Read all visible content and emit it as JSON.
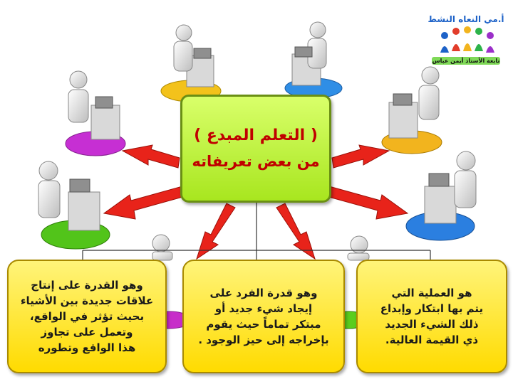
{
  "center": {
    "title": "( التعلم المبدع )",
    "subtitle": "من بعض تعريفاته"
  },
  "definitions": [
    {
      "lines": [
        "وهو القدرة على إنتاج",
        "علاقات جديدة بين الأشياء",
        "بحيث تؤثر في الواقع،",
        "وتعمل على تجاوز",
        "هذا الواقع وتطوره"
      ]
    },
    {
      "lines": [
        "وهو قدرة الفرد على",
        "إيجاد شيء جديد أو",
        "مبتكر تماماً حيث يقوم",
        "بإخراجه إلى حيز الوجود ."
      ]
    },
    {
      "lines": [
        "هو العملية التي",
        "يتم بها ابتكار وإبداع",
        "ذلك الشيء الجديد",
        "ذي القيمة العالية."
      ]
    }
  ],
  "logo": {
    "top_text": "أ.مي النعاه النشط",
    "bottom_text": "تابعة الأستاذ أيمن عباس"
  },
  "colors": {
    "center_fill": "#b8f02a",
    "definition_fill": "#ffea2a",
    "arrow_red": "#e8231a",
    "title_red": "#c00000",
    "platform_colors": [
      "#f3c21b",
      "#2f8ee6",
      "#c62fd3",
      "#f2b41e",
      "#52c41a",
      "#2b7fe0",
      "#c72dc9",
      "#5bcd1e"
    ]
  }
}
